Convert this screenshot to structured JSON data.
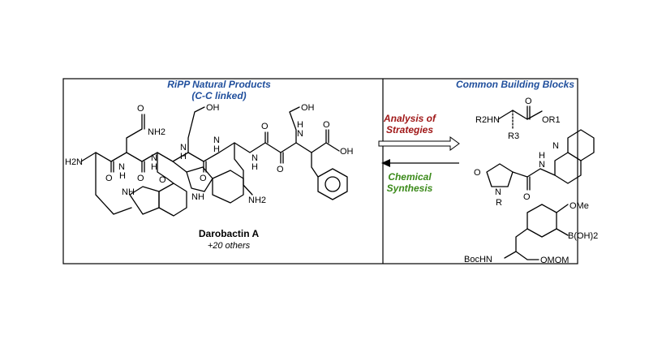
{
  "left_panel": {
    "title_line1": "RiPP Natural Products",
    "title_line2": "(C-C linked)",
    "compound_name": "Darobactin A",
    "compound_note": "+20 others",
    "labels": {
      "oh_top1": "OH",
      "oh_top2": "OH",
      "nh2_asn": "NH2",
      "h2n": "H2N",
      "nh_1": "N",
      "nh_2": "N",
      "nh_3": "N",
      "nh_4": "N",
      "nh_5": "N",
      "nh_6": "N",
      "o_1": "O",
      "o_2": "O",
      "o_3": "O",
      "o_4": "O",
      "o_5": "O",
      "o_6": "O",
      "o_ether": "O",
      "h_1": "H",
      "h_2": "H",
      "h_3": "H",
      "h_4": "H",
      "h_5": "H",
      "h_6": "H",
      "indole1_nh": "NH",
      "indole2_nh": "NH",
      "cooh": "OH",
      "lys_nh2": "NH2"
    }
  },
  "middle": {
    "analysis_line1": "Analysis of",
    "analysis_line2": "Strategies",
    "synthesis_line1": "Chemical",
    "synthesis_line2": "Synthesis"
  },
  "right_panel": {
    "title": "Common Building Blocks",
    "bb1": {
      "r2hn": "R2HN",
      "or1": "OR1",
      "r3": "R3",
      "o": "O"
    },
    "bb2": {
      "o": "O",
      "n": "N",
      "r": "R",
      "h": "H",
      "n_amide": "N",
      "o_amide": "O",
      "n_quin": "N"
    },
    "bb3": {
      "ome": "OMe",
      "boh2": "B(OH)2",
      "bochn": "BocHN",
      "omom": "OMOM"
    }
  },
  "colors": {
    "title_blue": "#1f4e9c",
    "analysis_red": "#a01818",
    "synthesis_green": "#3b8a1a",
    "frame": "#000000"
  }
}
